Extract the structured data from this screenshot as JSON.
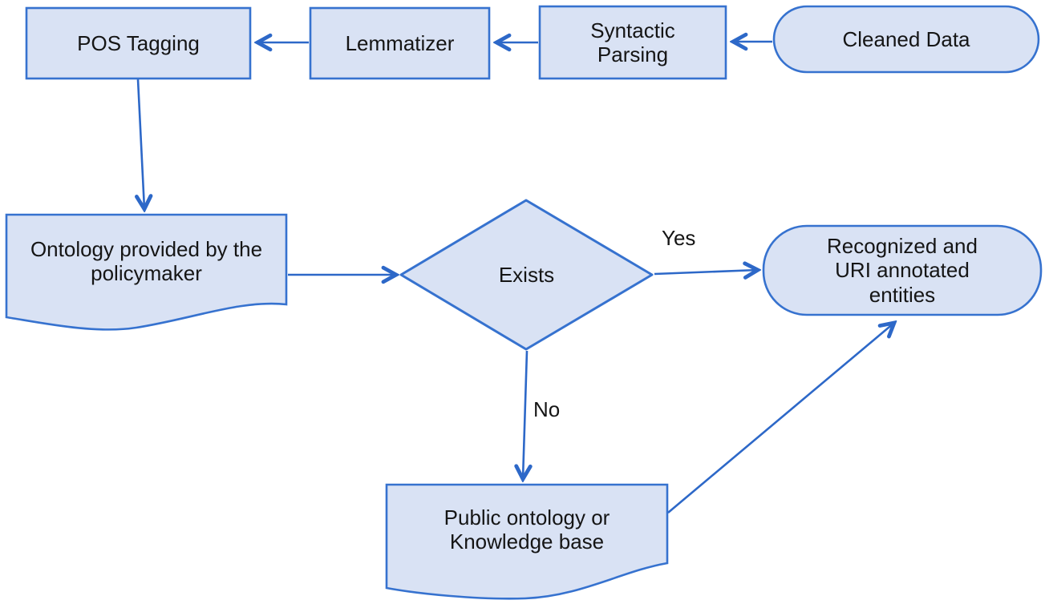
{
  "diagram": {
    "type": "flowchart",
    "colors": {
      "background": "#ffffff",
      "node_fill": "#d9e2f4",
      "node_stroke": "#3672cf",
      "arrow": "#2d68c8",
      "text": "#151515"
    },
    "nodes": {
      "pos_tagging": {
        "label": "POS Tagging",
        "shape": "process-rectangle"
      },
      "lemmatizer": {
        "label": "Lemmatizer",
        "shape": "process-rectangle"
      },
      "syntactic_parsing": {
        "label": "Syntactic Parsing",
        "shape": "process-rectangle"
      },
      "cleaned_data": {
        "label": "Cleaned Data",
        "shape": "terminator-rounded"
      },
      "ontology_policymaker": {
        "label": "Ontology provided by the policymaker",
        "shape": "document"
      },
      "exists": {
        "label": "Exists",
        "shape": "decision-diamond"
      },
      "recognized_entities": {
        "label": "Recognized and URI annotated entities",
        "shape": "terminator-rounded"
      },
      "public_ontology": {
        "label": "Public ontology or Knowledge base",
        "shape": "document"
      }
    },
    "edges": [
      {
        "from": "cleaned_data",
        "to": "syntactic_parsing",
        "label": ""
      },
      {
        "from": "syntactic_parsing",
        "to": "lemmatizer",
        "label": ""
      },
      {
        "from": "lemmatizer",
        "to": "pos_tagging",
        "label": ""
      },
      {
        "from": "pos_tagging",
        "to": "ontology_policymaker",
        "label": ""
      },
      {
        "from": "ontology_policymaker",
        "to": "exists",
        "label": ""
      },
      {
        "from": "exists",
        "to": "recognized_entities",
        "label": "Yes"
      },
      {
        "from": "exists",
        "to": "public_ontology",
        "label": "No"
      },
      {
        "from": "public_ontology",
        "to": "recognized_entities",
        "label": ""
      }
    ]
  }
}
